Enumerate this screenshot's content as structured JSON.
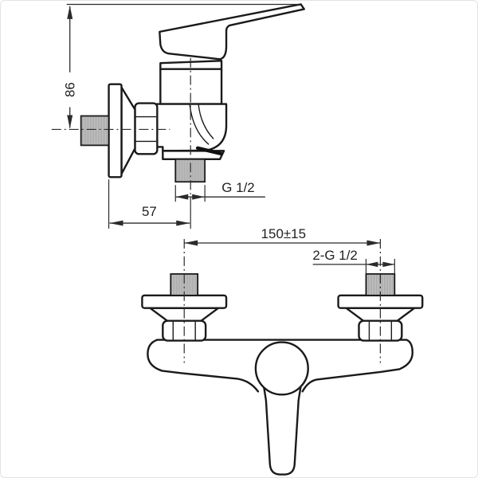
{
  "drawing": {
    "colors": {
      "line": "#1a1a1a",
      "dimension": "#2b2b2b",
      "thread_fill": "#cbcbcb",
      "background": "#ffffff"
    },
    "dimensions": {
      "height": "86",
      "wall_offset": "57",
      "outlet_thread": "G 1/2",
      "inlet_spacing": "150±15",
      "inlet_thread": "2-G 1/2"
    }
  }
}
